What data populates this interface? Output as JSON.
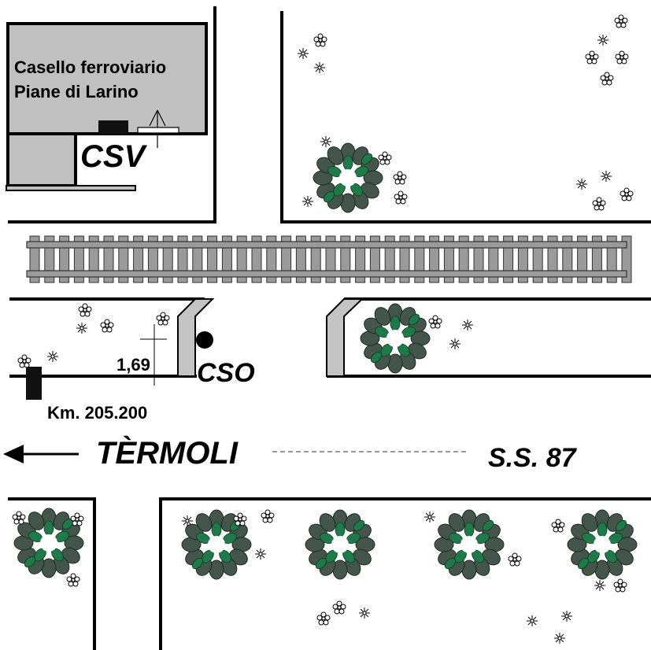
{
  "building": {
    "name_line1": "Casello ferroviario",
    "name_line2": "Piane di Larino"
  },
  "signals": {
    "upper": "CSV",
    "lower": "CSO"
  },
  "distance_label": "1,69",
  "km_marker": "Km. 205.200",
  "direction": {
    "destination": "TÈRMOLI",
    "road": "S.S. 87",
    "arrow_icon": "arrow-left-icon"
  },
  "colors": {
    "building_fill": "#c0c0c0",
    "rail_fill": "#9a9a9a",
    "bush_dark": "#4a5a52",
    "bush_green": "#1f7a4a",
    "barrier_fill": "#c4c4c4"
  }
}
